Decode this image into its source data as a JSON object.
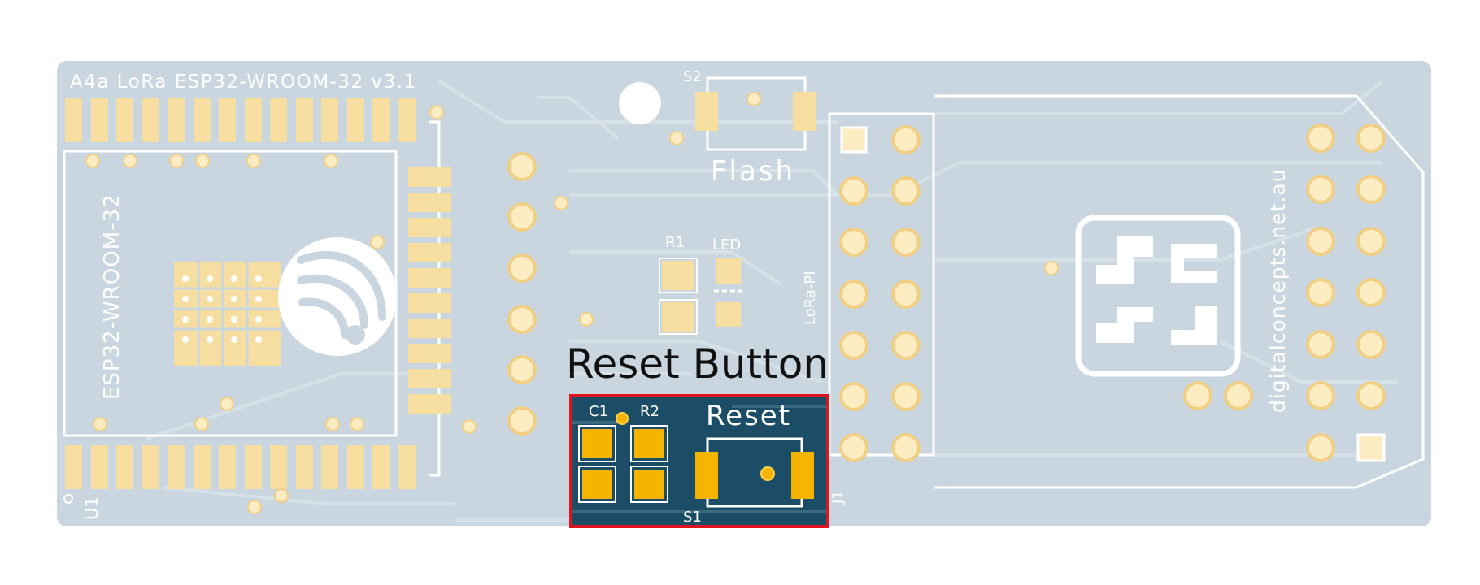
{
  "board": {
    "title": "A4a LoRa ESP32-WROOM-32 v3.1",
    "module_label": "ESP32-WROOM-32",
    "u1_label": "U1",
    "s2_label": "S2",
    "flash_label": "Flash",
    "r1_label": "R1",
    "led_label": "LED",
    "lora_pi_label": "LoRa-PI",
    "j1_label": "J1",
    "website_label": "digitalconcepts.net.au"
  },
  "highlight": {
    "callout": "Reset Button",
    "c1_label": "C1",
    "r2_label": "R2",
    "reset_label": "Reset",
    "s1_label": "S1"
  },
  "colors": {
    "board": "#c9d6df",
    "pad": "#f5dea0",
    "pad_ring": "#fbecc2",
    "trace": "#d5e0e7",
    "silkscreen": "#ffffff",
    "highlight_board": "#1b4e66",
    "highlight_pad": "#f4b400",
    "highlight_border": "#e0141e"
  },
  "icons": {
    "module_logo": "espressif-logo-icon",
    "board_logo": "digital-concepts-logo-icon"
  }
}
